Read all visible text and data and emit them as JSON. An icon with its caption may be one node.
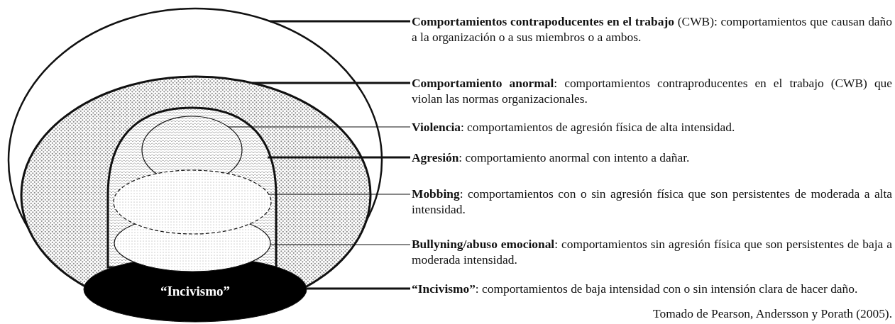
{
  "diagram": {
    "nodes": [
      {
        "text": [],
        "shape": "ellipse"
      },
      {
        "text": [],
        "shape": "ellipse",
        "in": 0
      },
      {
        "text": [],
        "shape": "egg",
        "in": 1
      },
      {
        "text": [],
        "shape": "circle",
        "in": 2
      },
      {
        "text": [],
        "shape": "ellipse",
        "in": 2
      },
      {
        "text": [],
        "shape": "ellipse",
        "in": 2
      },
      {
        "text": [
          "“Incivismo”"
        ]
      },
      {
        "text": [
          "**Comportamientos contrapoducentes en el trabajo** (CWB): comportamientos que causan daño a la organización o a sus miembros o a ambos."
        ]
      },
      {
        "text": [
          "**Comportamiento anormal**: comportamientos contraproducentes en el trabajo (CWB) que violan las normas organizacionales."
        ]
      },
      {
        "text": [
          "**Violencia**: comportamientos de agresión física de alta intensidad."
        ]
      },
      {
        "text": [
          "**Agresión**: comportamiento anormal con intento a dañar."
        ]
      },
      {
        "text": [
          "**Mobbing**: comportamientos con o sin agresión física que son persistentes de moderada a alta intensidad."
        ]
      },
      {
        "text": [
          "**Bullyning/abuso emocional**: comportamientos sin agresión física que son persistentes de baja a moderada intensidad."
        ]
      },
      {
        "text": [
          "**“Incivismo”**: comportamientos de baja intensidad con o sin intensión clara de hacer daño."
        ]
      }
    ],
    "edges": [
      {
        "from": 7,
        "to": 0,
        "arrow": "none"
      },
      {
        "from": 8,
        "to": 1,
        "arrow": "none"
      },
      {
        "from": 9,
        "to": 3,
        "arrow": "none"
      },
      {
        "from": 10,
        "to": 2,
        "arrow": "none"
      },
      {
        "from": 11,
        "to": 4,
        "arrow": "none"
      },
      {
        "from": 12,
        "to": 5,
        "arrow": "none"
      },
      {
        "from": 13,
        "to": 6,
        "arrow": "none"
      }
    ],
    "labels": [
      "Tomado de Pearson, Andersson y Porath (2005)."
    ]
  }
}
